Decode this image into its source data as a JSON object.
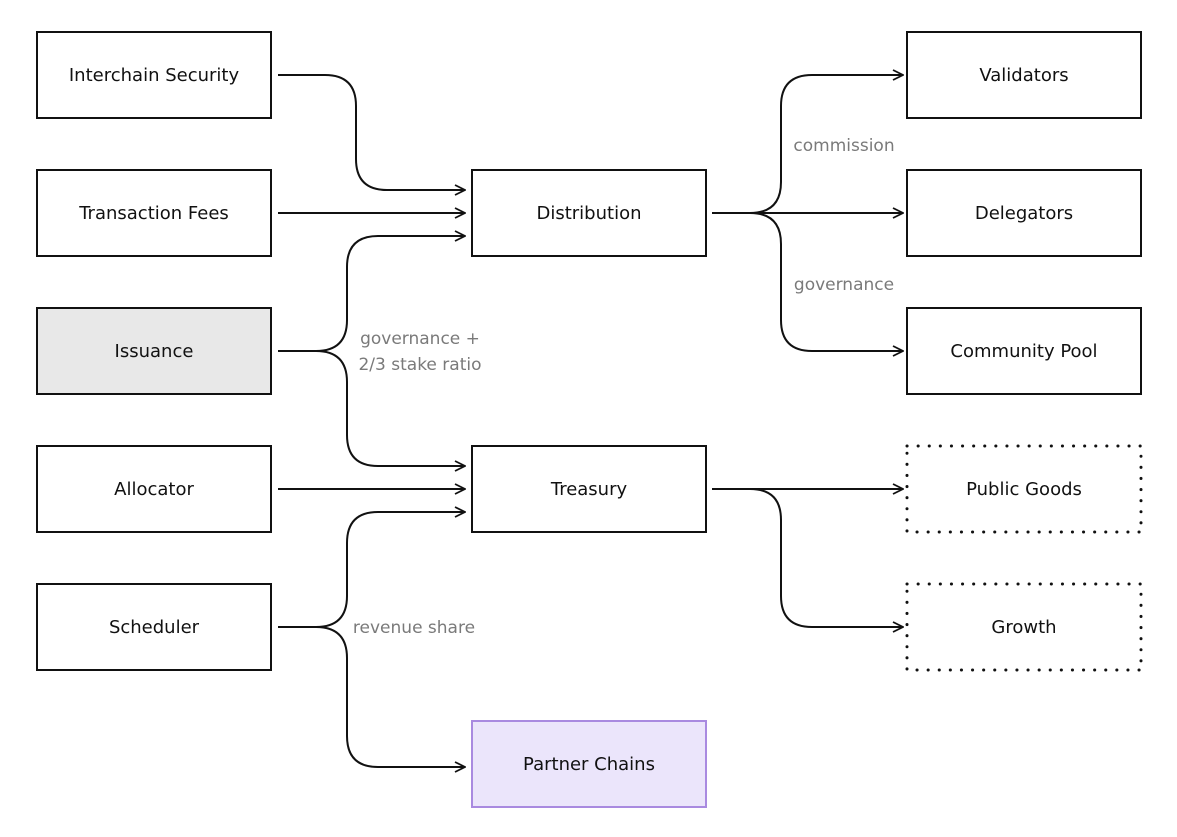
{
  "nodes": {
    "interchain_security": "Interchain Security",
    "transaction_fees": "Transaction Fees",
    "issuance": "Issuance",
    "allocator": "Allocator",
    "scheduler": "Scheduler",
    "distribution": "Distribution",
    "treasury": "Treasury",
    "partner_chains": "Partner Chains",
    "validators": "Validators",
    "delegators": "Delegators",
    "community_pool": "Community Pool",
    "public_goods": "Public Goods",
    "growth": "Growth"
  },
  "edge_labels": {
    "issuance_condition_line1": "governance +",
    "issuance_condition_line2": "2/3 stake ratio",
    "scheduler_share": "revenue share",
    "validators_commission": "commission",
    "community_governance": "governance"
  },
  "colors": {
    "issuance_fill": "#e8e8e8",
    "partner_fill": "#ebe5fb",
    "partner_border": "#a98ae0",
    "edge_label": "#7a7a7a"
  }
}
